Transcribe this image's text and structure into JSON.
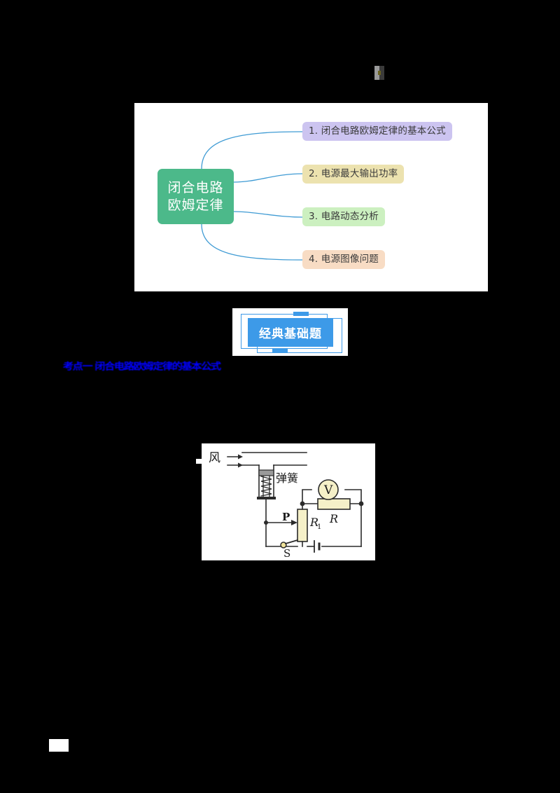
{
  "document": {
    "background_color": "#000000",
    "page_number": ""
  },
  "mindmap": {
    "panel_background": "#ffffff",
    "center": {
      "line1": "闭合电路",
      "line2": "欧姆定律",
      "color": "#4cb98a",
      "text_color": "#ffffff"
    },
    "connector_color": "#3f9bd4",
    "branches": [
      {
        "label": "1. 闭合电路欧姆定律的基本公式",
        "color": "#ccc4f0"
      },
      {
        "label": "2. 电源最大输出功率",
        "color": "#ece2af"
      },
      {
        "label": "3. 电路动态分析",
        "color": "#ccf0c0"
      },
      {
        "label": "4. 电源图像问题",
        "color": "#f8dcc4"
      }
    ]
  },
  "banner": {
    "label": "经典基础题",
    "fill_color": "#3d9ae8",
    "text_color": "#ffffff"
  },
  "heading": {
    "text": "考点一 闭合电路欧姆定律的基本公式",
    "color": "#1414e6"
  },
  "circuit": {
    "labels": {
      "wind": "风",
      "spring": "弹簧",
      "voltmeter": "V",
      "resistor": "R",
      "rheostat": "R",
      "rheostat_subscript": "1",
      "slider": "P",
      "switch": "S"
    },
    "component_fill": "#f5f0c8",
    "stroke_color": "#2b2b2b",
    "piston_color": "#9a9a9a"
  }
}
